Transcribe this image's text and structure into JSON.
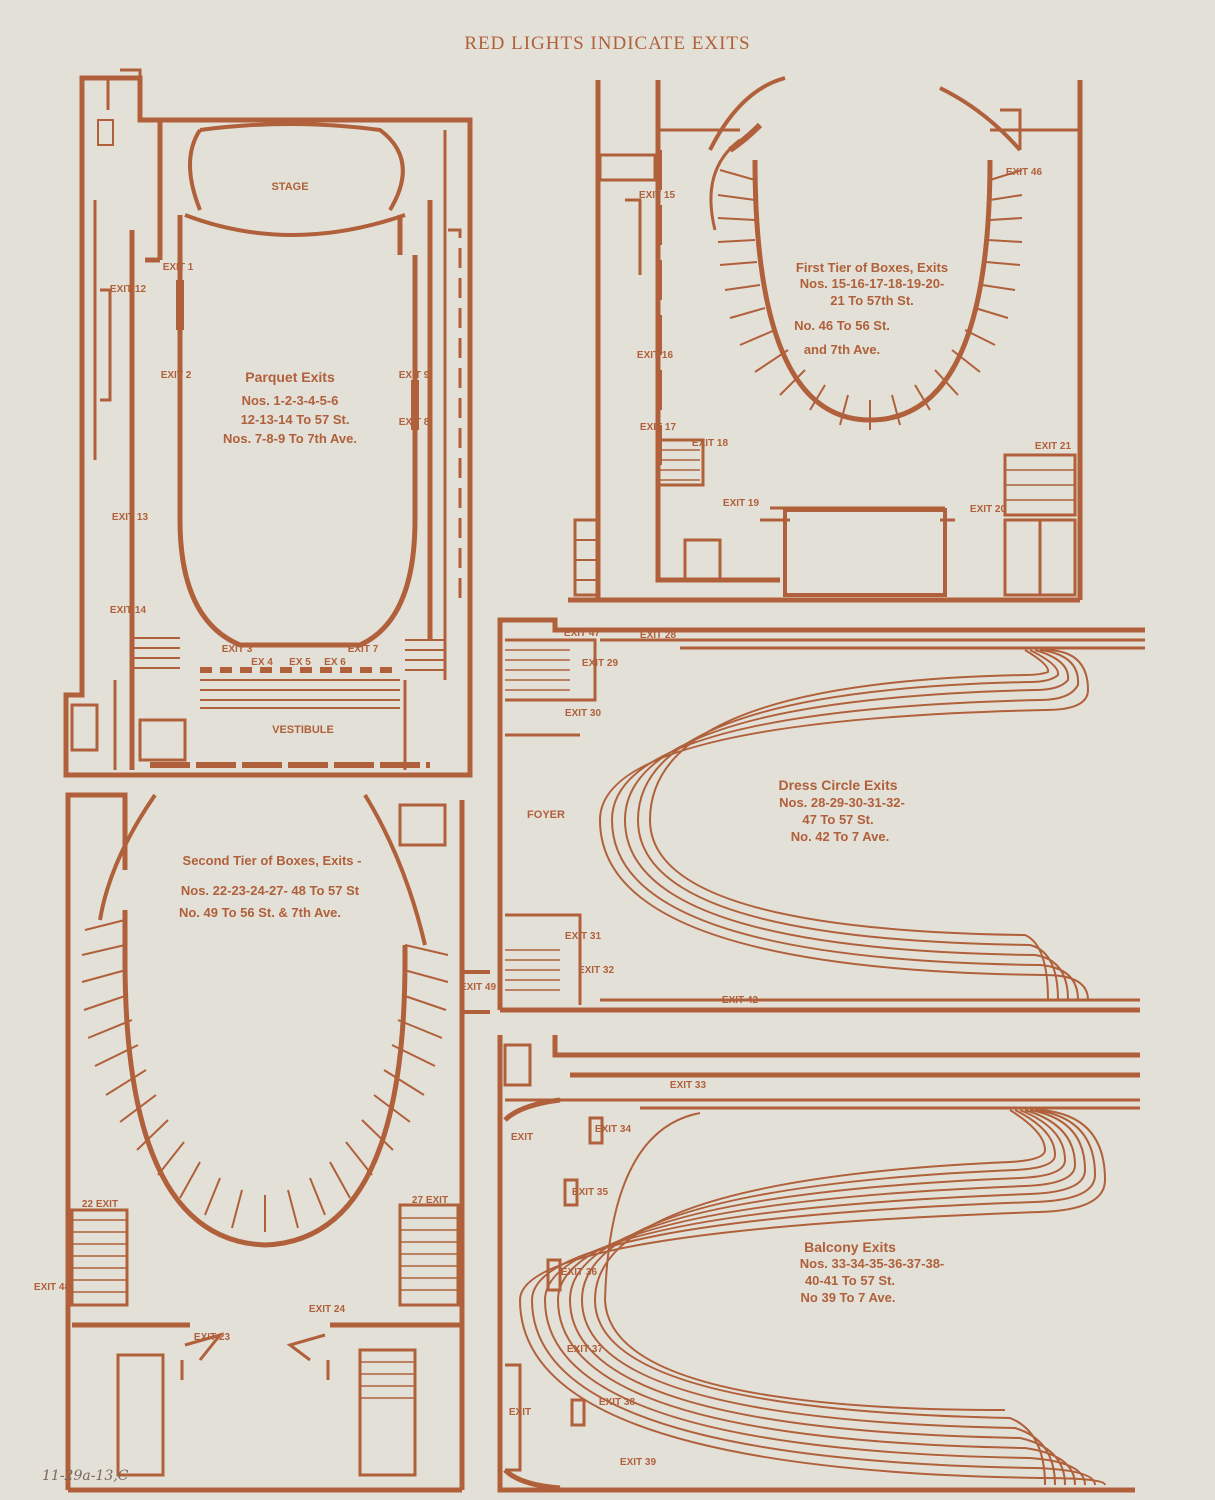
{
  "header": "RED LIGHTS INDICATE EXITS",
  "handwritten_note": "11-29a-13,C",
  "colors": {
    "ink": "#b0603a",
    "paper": "#e3e0d8"
  },
  "parquet": {
    "stage": "STAGE",
    "vestibule": "VESTIBULE",
    "title": "Parquet Exits",
    "line1": "Nos. 1-2-3-4-5-6",
    "line2": "12-13-14 To 57 St.",
    "line3": "Nos. 7-8-9 To 7th Ave.",
    "exits": [
      "EXIT 1",
      "EXIT 2",
      "EXIT 12",
      "EXIT 13",
      "EXIT 14",
      "EXIT 9",
      "EXIT 8",
      "EXIT 3",
      "EX 4",
      "EX 5",
      "EX 6",
      "EXIT 7"
    ]
  },
  "first_tier": {
    "title": "First Tier of Boxes, Exits",
    "line1": "Nos. 15-16-17-18-19-20-",
    "line2": "21 To 57th St.",
    "line3": "No. 46 To 56 St.",
    "line4": "and 7th Ave.",
    "exits": [
      "EXIT 15",
      "EXIT 16",
      "EXIT 17",
      "EXIT 18",
      "EXIT 19",
      "EXIT 46",
      "EXIT 21",
      "EXIT 20"
    ]
  },
  "dress_circle": {
    "foyer": "FOYER",
    "title": "Dress Circle Exits",
    "line1": "Nos. 28-29-30-31-32-",
    "line2": "47 To 57 St.",
    "line3": "No. 42 To 7 Ave.",
    "exits": [
      "EXIT 47",
      "EXIT 28",
      "EXIT 29",
      "EXIT 30",
      "EXIT 31",
      "EXIT 32",
      "EXIT 42"
    ]
  },
  "second_tier": {
    "title": "Second Tier of Boxes, Exits -",
    "line1": "Nos. 22-23-24-27- 48 To 57 St",
    "line2": "No. 49 To 56 St. & 7th Ave.",
    "exits": [
      "22 EXIT",
      "27 EXIT",
      "EXIT 48",
      "EXIT 23",
      "EXIT 24",
      "EXIT 49"
    ]
  },
  "balcony": {
    "title": "Balcony Exits",
    "line1": "Nos. 33-34-35-36-37-38-",
    "line2": "40-41 To 57 St.",
    "line3": "No 39 To 7 Ave.",
    "exits": [
      "EXIT 33",
      "EXIT 34",
      "EXIT 35",
      "EXIT 36",
      "EXIT 37",
      "EXIT 38",
      "EXIT 39",
      "EXIT",
      "EXIT"
    ]
  }
}
